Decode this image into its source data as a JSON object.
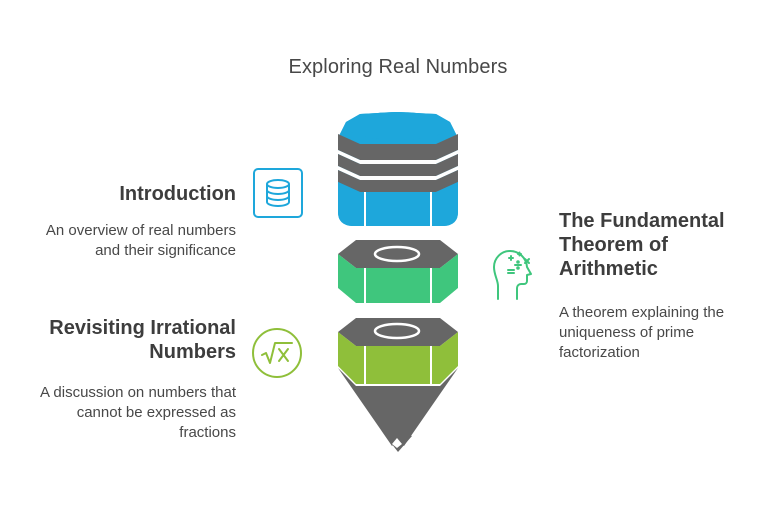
{
  "title": "Exploring Real Numbers",
  "sections": {
    "introduction": {
      "heading": "Introduction",
      "desc_lines": [
        "An overview of real numbers",
        "and their significance"
      ],
      "icon": "database-icon",
      "color": "#1ea7db"
    },
    "fundamental": {
      "heading_lines": [
        "The Fundamental",
        "Theorem of",
        "Arithmetic"
      ],
      "desc_lines": [
        "A theorem explaining the",
        "uniqueness of prime",
        "factorization"
      ],
      "icon": "math-mind-icon",
      "color": "#3fc67d"
    },
    "irrational": {
      "heading_lines": [
        "Revisiting Irrational",
        "Numbers"
      ],
      "desc_lines": [
        "A discussion on numbers that",
        "cannot be expressed as",
        "fractions"
      ],
      "icon": "square-root-icon",
      "color": "#8fbf3a"
    }
  },
  "colors": {
    "blue": "#1ea7db",
    "green": "#3fc67d",
    "lime": "#8fbf3a",
    "gray": "#666666"
  }
}
